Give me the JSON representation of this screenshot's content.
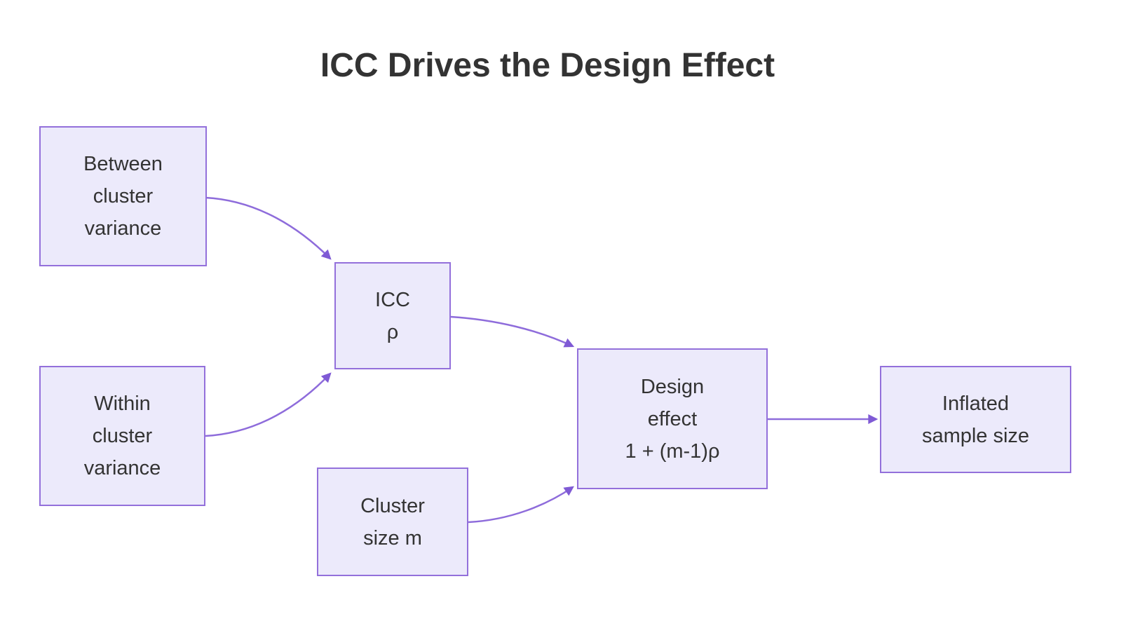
{
  "title": "ICC Drives the Design Effect",
  "diagram": {
    "nodes": [
      {
        "id": "between-cluster-variance",
        "label": "Between\ncluster\nvariance"
      },
      {
        "id": "within-cluster-variance",
        "label": "Within\ncluster\nvariance"
      },
      {
        "id": "icc",
        "label": "ICC\nρ"
      },
      {
        "id": "cluster-size",
        "label": "Cluster\nsize m"
      },
      {
        "id": "design-effect",
        "label": "Design\neffect\n1 + (m-1)ρ"
      },
      {
        "id": "inflated-sample-size",
        "label": "Inflated\nsample size"
      }
    ],
    "edges": [
      {
        "from": "Between cluster variance",
        "to": "ICC ρ"
      },
      {
        "from": "Within cluster variance",
        "to": "ICC ρ"
      },
      {
        "from": "ICC ρ",
        "to": "Design effect 1 + (m-1)ρ"
      },
      {
        "from": "Cluster size m",
        "to": "Design effect 1 + (m-1)ρ"
      },
      {
        "from": "Design effect 1 + (m-1)ρ",
        "to": "Inflated sample size"
      }
    ]
  },
  "colors": {
    "background": "#FFFFFF",
    "node_fill": "#ECEAFB",
    "node_border": "#9370DB",
    "edge": "#8E6CDB",
    "arrowhead": "#7F5AD5",
    "text": "#333333",
    "title": "#333333"
  }
}
